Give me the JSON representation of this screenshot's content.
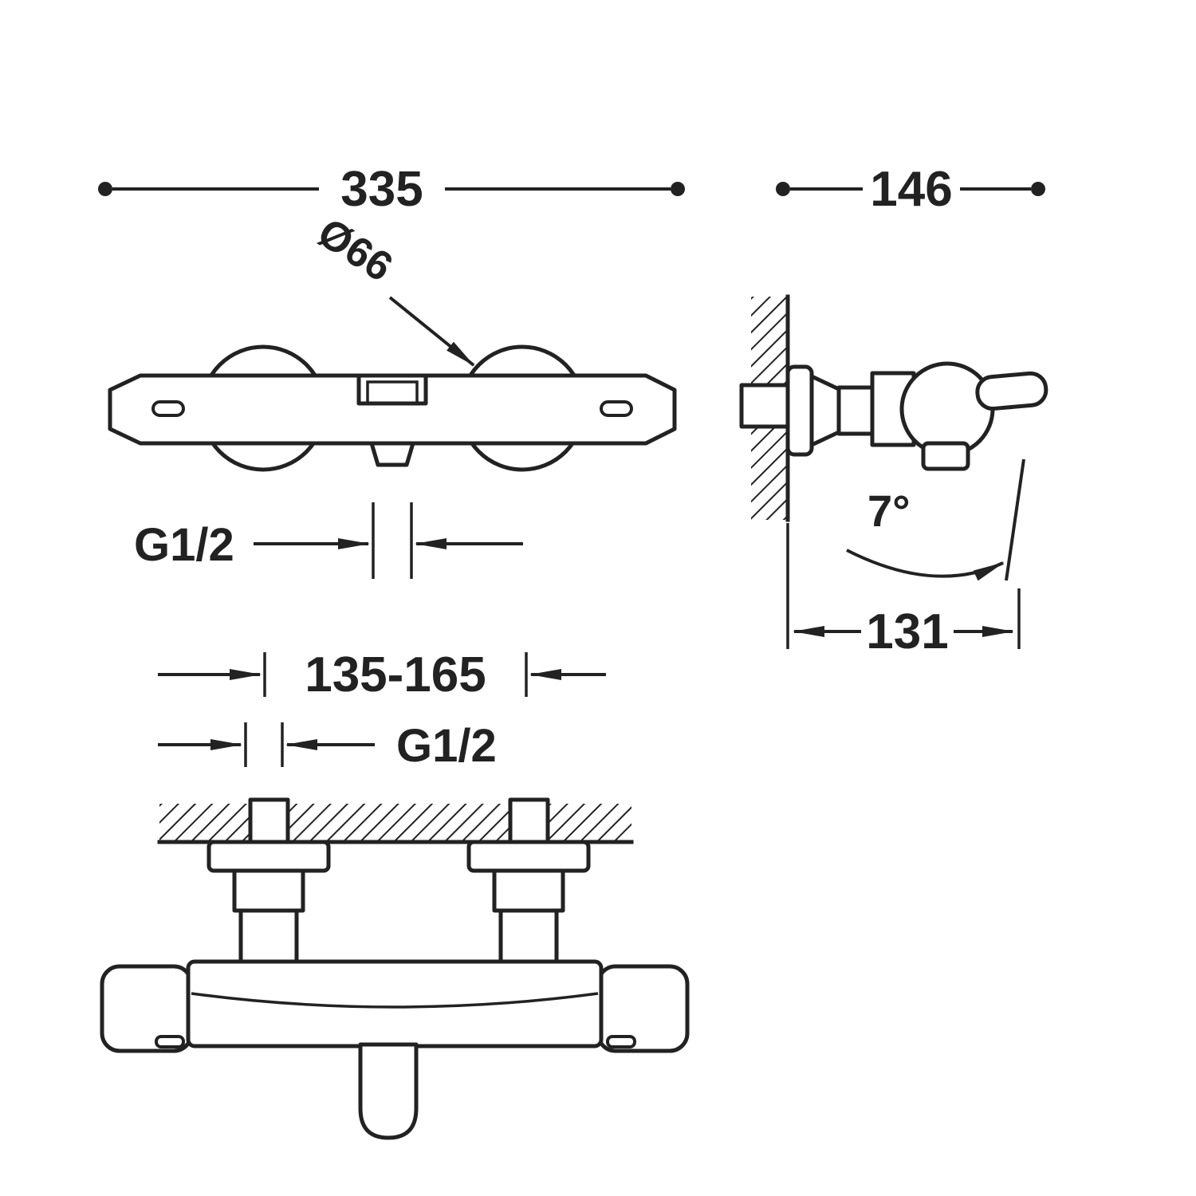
{
  "page": {
    "background": "#ffffff",
    "ink": "#222222",
    "description": "Technical dimension drawing of a wall-mounted thermostatic bath/shower mixer: front view, plan view and side view"
  },
  "dimensions": {
    "overall_width": "335",
    "handle_diameter": "Ø66",
    "spout_connection": "G1/2",
    "inlet_centers": "135-165",
    "inlet_connection": "G1/2",
    "overall_depth": "146",
    "outlet_angle": "7°",
    "wall_to_outlet": "131"
  }
}
